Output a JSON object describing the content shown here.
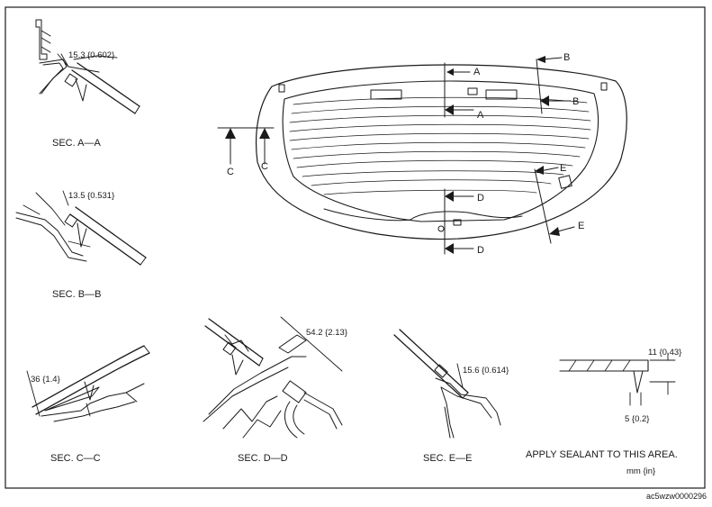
{
  "diagram": {
    "dimensions": {
      "sec_a": "15.3 {0.602}",
      "sec_b": "13.5 {0.531}",
      "sec_c": "36 {1.4}",
      "sec_d": "54.2 {2.13}",
      "sec_e": "15.6 {0.614}",
      "sealant_height": "11 {0.43}",
      "sealant_width": "5 {0.2}"
    },
    "section_captions": {
      "a": "SEC. A—A",
      "b": "SEC. B—B",
      "c": "SEC. C—C",
      "d": "SEC. D—D",
      "e": "SEC. E—E"
    },
    "markers": {
      "a": "A",
      "b": "B",
      "c": "C",
      "d": "D",
      "e": "E"
    },
    "sealant_note": "APPLY SEALANT TO THIS AREA.",
    "units": "mm {in}",
    "figure_code": "ac5wzw0000296"
  }
}
